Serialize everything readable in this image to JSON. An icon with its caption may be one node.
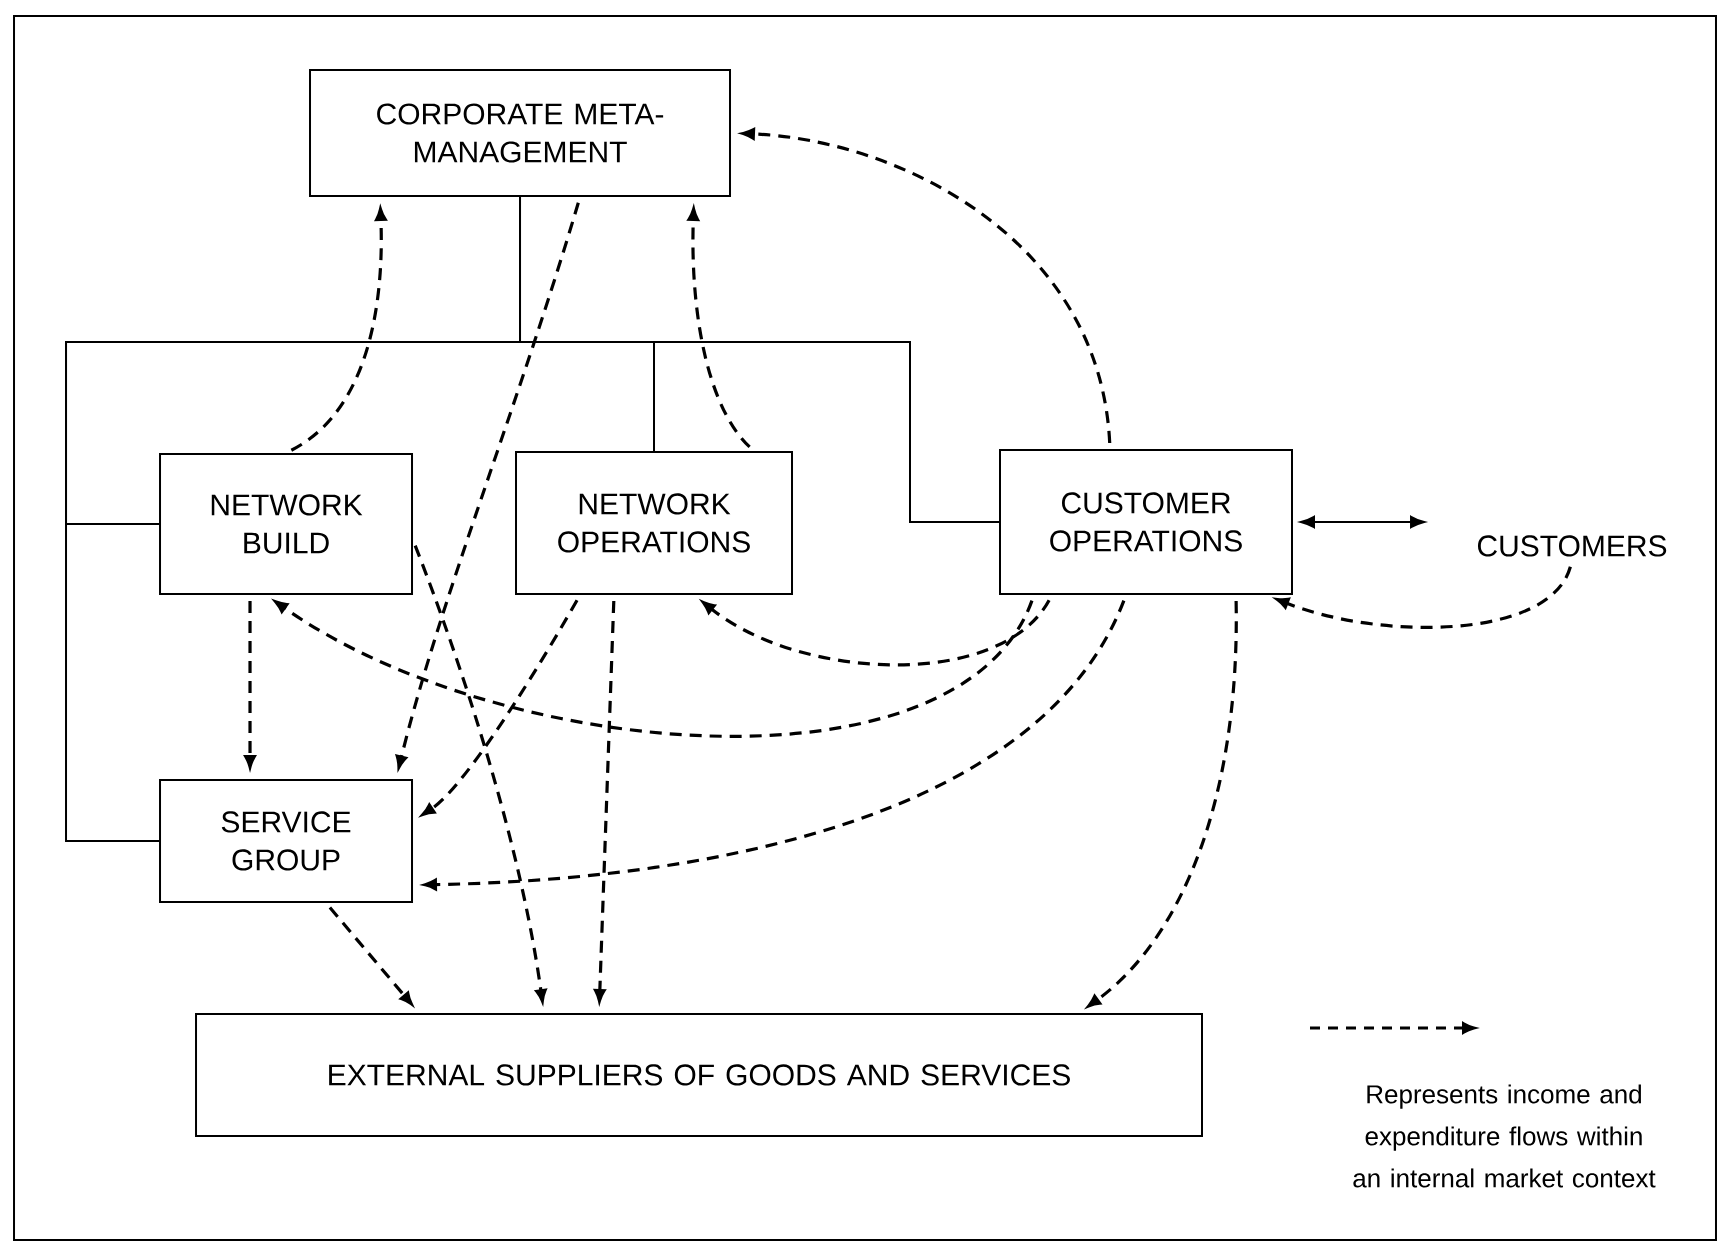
{
  "diagram": {
    "nodes": [
      {
        "text": [
          "CORPORATE META-MANAGEMENT"
        ]
      },
      {
        "text": [
          "NETWORK BUILD"
        ]
      },
      {
        "text": [
          "NETWORK OPERATIONS"
        ]
      },
      {
        "text": [
          "CUSTOMER OPERATIONS"
        ]
      },
      {
        "text": [
          "CUSTOMERS"
        ]
      },
      {
        "text": [
          "SERVICE GROUP"
        ]
      },
      {
        "text": [
          "EXTERNAL SUPPLIERS OF GOODS AND SERVICES"
        ]
      }
    ],
    "edges": [
      {
        "from": 0,
        "to": 1,
        "arrow": "none"
      },
      {
        "from": 0,
        "to": 2,
        "arrow": "none"
      },
      {
        "from": 0,
        "to": 3,
        "arrow": "none"
      },
      {
        "from": 0,
        "to": 5,
        "arrow": "none"
      },
      {
        "from": 3,
        "to": 4,
        "arrow": "both"
      },
      {
        "from": 1,
        "to": 0,
        "arrow": "to",
        "style": "dashed"
      },
      {
        "from": 2,
        "to": 0,
        "arrow": "to",
        "style": "dashed"
      },
      {
        "from": 3,
        "to": 0,
        "arrow": "to",
        "style": "dashed"
      },
      {
        "from": 0,
        "to": 5,
        "arrow": "to",
        "style": "dashed"
      },
      {
        "from": 1,
        "to": 5,
        "arrow": "to",
        "style": "dashed"
      },
      {
        "from": 1,
        "to": 6,
        "arrow": "to",
        "style": "dashed"
      },
      {
        "from": 2,
        "to": 5,
        "arrow": "to",
        "style": "dashed"
      },
      {
        "from": 2,
        "to": 6,
        "arrow": "to",
        "style": "dashed"
      },
      {
        "from": 3,
        "to": 1,
        "arrow": "to",
        "style": "dashed"
      },
      {
        "from": 3,
        "to": 2,
        "arrow": "to",
        "style": "dashed"
      },
      {
        "from": 3,
        "to": 5,
        "arrow": "to",
        "style": "dashed"
      },
      {
        "from": 3,
        "to": 6,
        "arrow": "to",
        "style": "dashed"
      },
      {
        "from": 4,
        "to": 3,
        "arrow": "to",
        "style": "dashed"
      },
      {
        "from": 5,
        "to": 6,
        "arrow": "to",
        "style": "dashed"
      }
    ],
    "legend": [
      {
        "text": "Represents income and expenditure flows within an internal market context"
      }
    ]
  }
}
